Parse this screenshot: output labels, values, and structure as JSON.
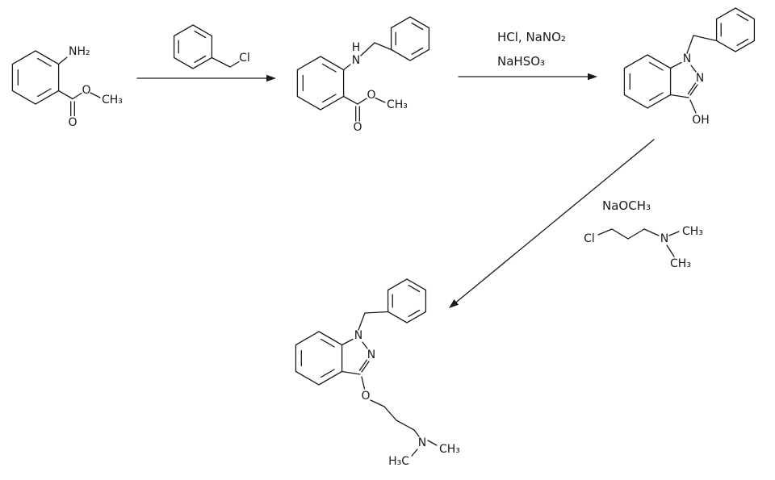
{
  "colors": {
    "ink": "#1a1a1a",
    "background": "#ffffff"
  },
  "labels": {
    "methyl_anthranilate": {
      "nh2": "NH₂",
      "ester_o": "O",
      "ch3": "CH₃",
      "carbonyl_o": "O"
    },
    "benzyl_chloride": {
      "cl": "Cl"
    },
    "n_benzyl_anthranilate": {
      "h": "H",
      "n": "N",
      "ester_o": "O",
      "ch3": "CH₃",
      "carbonyl_o": "O"
    },
    "step2_reagents": {
      "line1": "HCl, NaNO₂",
      "line2": "NaHSO₃"
    },
    "benzyl_indazolol": {
      "n1": "N",
      "n2": "N",
      "oh": "OH"
    },
    "step3_reagents": {
      "base": "NaOCH₃",
      "cl": "Cl",
      "n": "N",
      "ch3_upper": "CH₃",
      "ch3_lower": "CH₃"
    },
    "benzydamine": {
      "n1": "N",
      "n2": "N",
      "o": "O",
      "n_amine": "N",
      "ch3": "CH₃",
      "h3c": "H₃C"
    }
  }
}
